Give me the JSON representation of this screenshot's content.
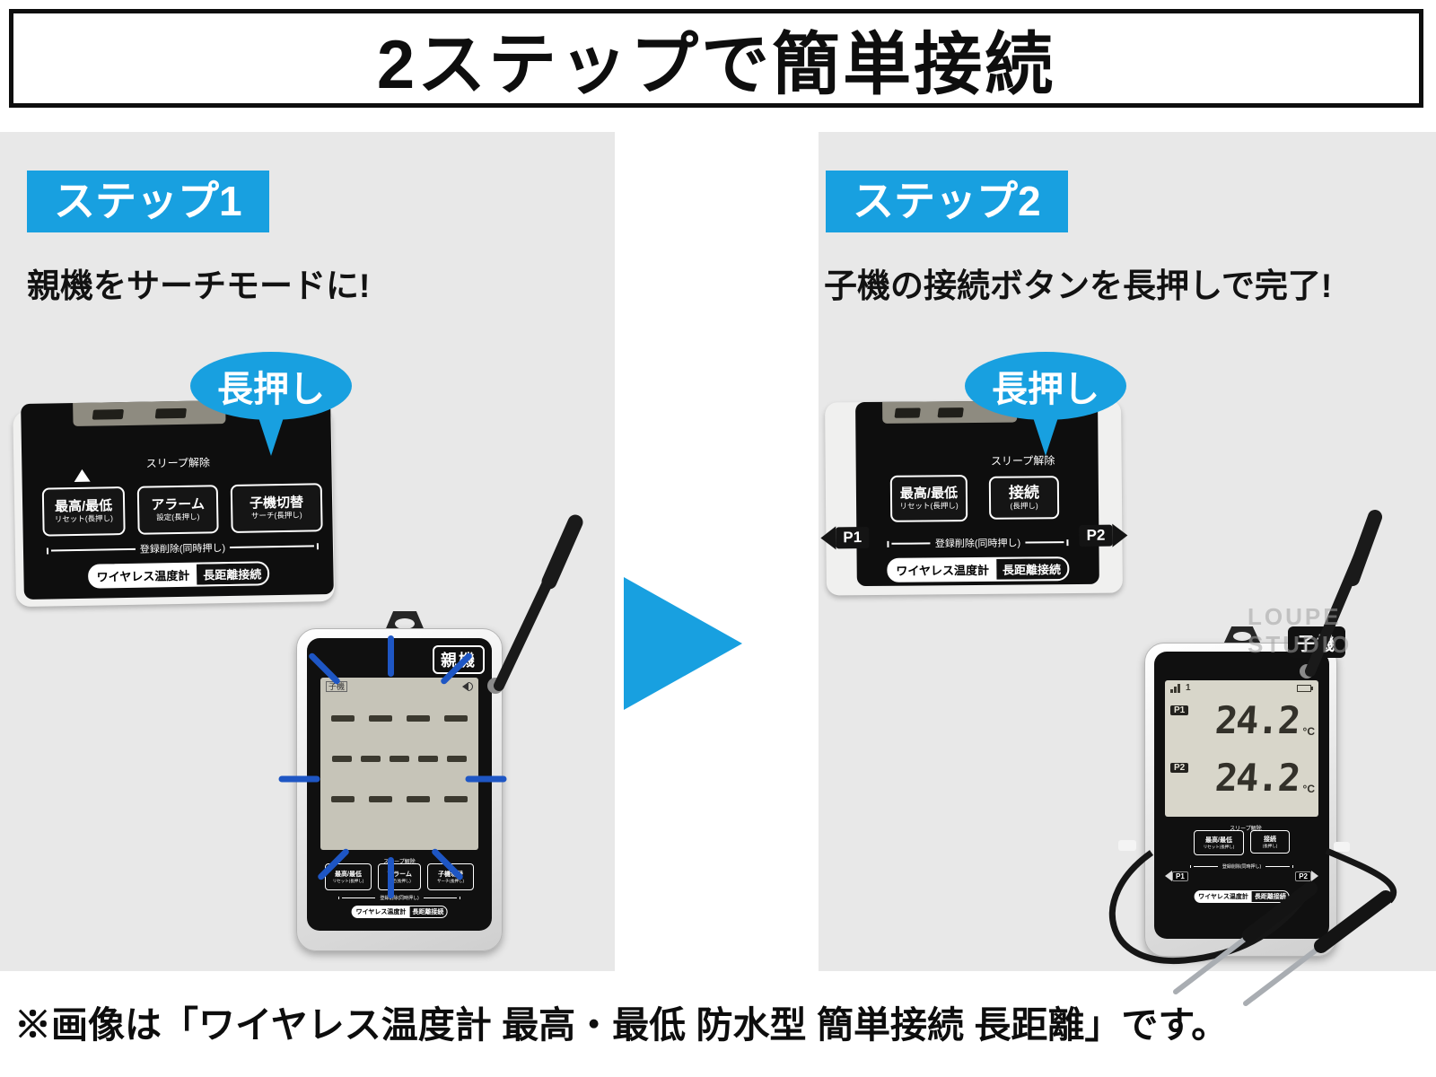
{
  "page": {
    "title": "2ステップで簡単接続",
    "caption": "※画像は「ワイヤレス温度計 最高・最低 防水型 簡単接続 長距離」です。",
    "watermark": "LOUPE STUDIO"
  },
  "colors": {
    "accent_blue": "#18a0e0",
    "flash_blue": "#1e56c4",
    "panel_gray": "#e8e8e8"
  },
  "step1": {
    "label": "ステップ1",
    "instruction": "親機をサーチモードに!",
    "bubble": "長押し",
    "panel": {
      "sleep": "スリープ解除",
      "maxmin": "最高/最低",
      "maxmin_sub": "リセット(長押し)",
      "alarm": "アラーム",
      "alarm_sub": "設定(長押し)",
      "switch": "子機切替",
      "switch_sub": "サーチ(長押し)",
      "delete": "登録削除(同時押し)",
      "badge_left": "ワイヤレス温度計",
      "badge_right": "長距離接続"
    },
    "device": {
      "name": "親機",
      "lcd_tag": "子機"
    }
  },
  "step2": {
    "label": "ステップ2",
    "instruction": "子機の接続ボタンを長押しで完了!",
    "bubble": "長押し",
    "panel": {
      "sleep": "スリープ解除",
      "maxmin": "最高/最低",
      "maxmin_sub": "リセット(長押し)",
      "connect": "接続",
      "connect_sub": "(長押し)",
      "p1": "P1",
      "p2": "P2",
      "delete": "登録削除(同時押し)",
      "badge_left": "ワイヤレス温度計",
      "badge_right": "長距離接続"
    },
    "device": {
      "name": "子機",
      "channel": "1",
      "p1": "P1",
      "p2": "P2",
      "temp1": "24.2",
      "temp2": "24.2",
      "unit": "°C"
    }
  }
}
